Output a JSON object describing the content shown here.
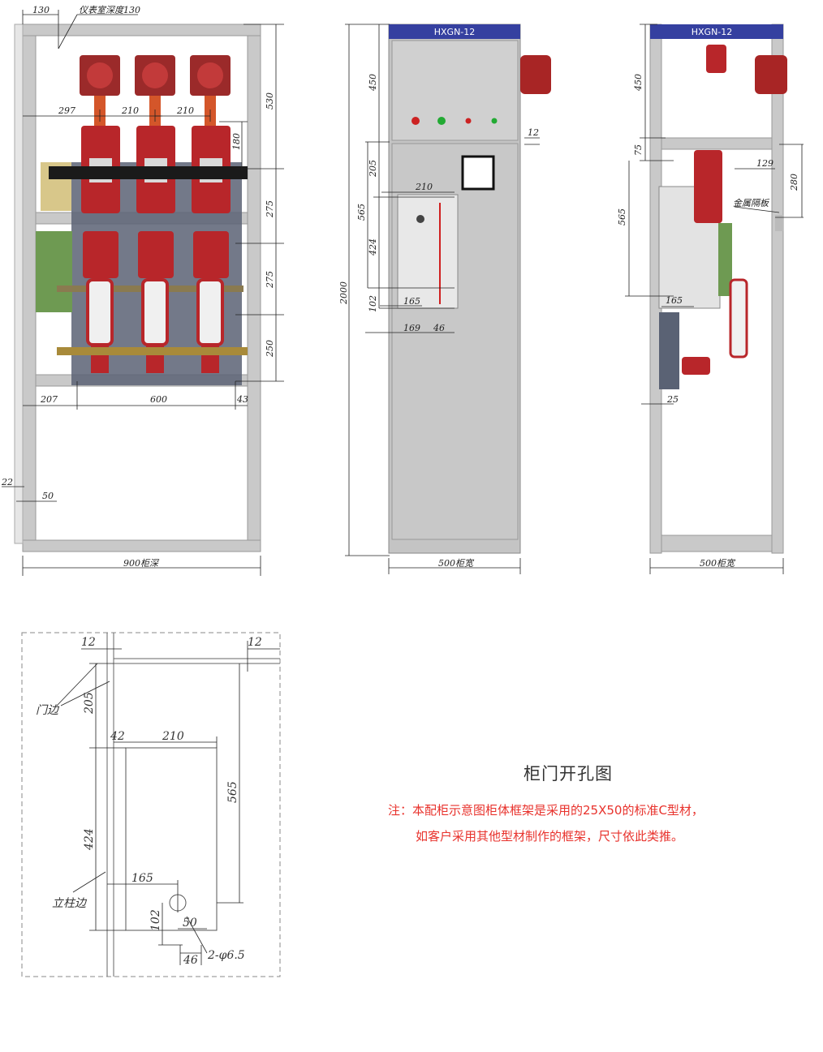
{
  "front_view": {
    "dims": {
      "top_130": "130",
      "depth_note": "仪表室深度130",
      "d297": "297",
      "d210a": "210",
      "d210b": "210",
      "d530": "530",
      "d180": "180",
      "d275a": "275",
      "d275b": "275",
      "d250": "250",
      "d207": "207",
      "d600": "600",
      "d43": "43",
      "d22": "22",
      "d50": "50",
      "depth": "900柜深"
    }
  },
  "door_view": {
    "label": "HXGN-12",
    "dims": {
      "d450": "450",
      "d12": "12",
      "d205": "205",
      "d210": "210",
      "d565": "565",
      "d424": "424",
      "d2000": "2000",
      "d165": "165",
      "d102": "102",
      "d169": "169",
      "d46": "46",
      "width": "500柜宽"
    }
  },
  "side_view": {
    "label": "HXGN-12",
    "dims": {
      "d450": "450",
      "d75": "75",
      "d129": "129",
      "d280": "280",
      "metal_plate": "金属隔板",
      "d565": "565",
      "d165": "165",
      "d25": "25",
      "width": "500柜宽"
    }
  },
  "cutout_view": {
    "dims": {
      "d12a": "12",
      "d12b": "12",
      "door_edge": "门边",
      "d205": "205",
      "d42": "42",
      "d210": "210",
      "d565": "565",
      "d424": "424",
      "post_edge": "立柱边",
      "d165": "165",
      "d102": "102",
      "d50": "50",
      "d46": "46",
      "holes": "2-φ6.5"
    }
  },
  "caption": {
    "title": "柜门开孔图",
    "note_line1": "注：本配柜示意图柜体框架是采用的25X50的标准C型材，",
    "note_line2": "如客户采用其他型材制作的框架，尺寸依此类推。"
  },
  "colors": {
    "frame": "#c9c9c9",
    "insulator": "#b8262a",
    "header_bar": "#3540a0",
    "cabinet": "#c4c4c4",
    "note": "#e8322c"
  }
}
